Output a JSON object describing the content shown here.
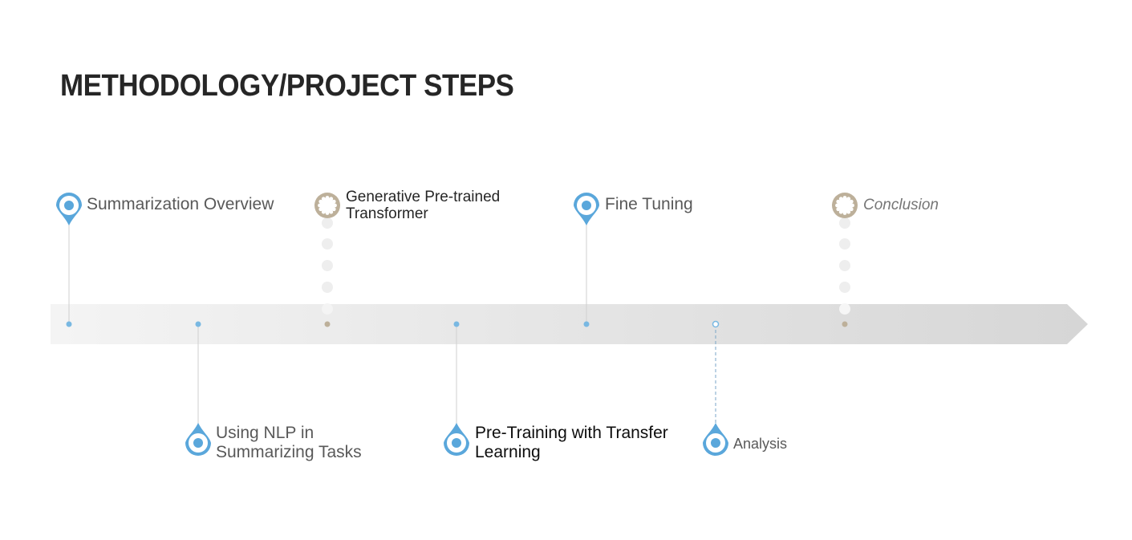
{
  "title": "METHODOLOGY/PROJECT STEPS",
  "colors": {
    "blue": "#5aa7db",
    "blue_dot": "#79b8e2",
    "tan": "#bdb09a",
    "arrow_light": "#f3f3f3",
    "arrow_dark": "#d7d7d7"
  },
  "steps": [
    {
      "label": "Summarization Overview",
      "marker": "pin-icon",
      "position": "above"
    },
    {
      "label": "Using NLP in Summarizing Tasks",
      "line1": "Using NLP in",
      "line2": "Summarizing Tasks",
      "marker": "pin-icon",
      "position": "below"
    },
    {
      "label": "Generative Pre-trained Transformer",
      "line1": "Generative Pre-trained",
      "line2": "Transformer",
      "marker": "gear-icon",
      "position": "above"
    },
    {
      "label": "Pre-Training with Transfer Learning",
      "line1": "Pre-Training with Transfer",
      "line2": "Learning",
      "marker": "pin-icon",
      "position": "below"
    },
    {
      "label": "Fine Tuning",
      "marker": "pin-icon",
      "position": "above"
    },
    {
      "label": "Analysis",
      "marker": "pin-icon",
      "position": "below"
    },
    {
      "label": "Conclusion",
      "marker": "gear-icon",
      "position": "above"
    }
  ]
}
